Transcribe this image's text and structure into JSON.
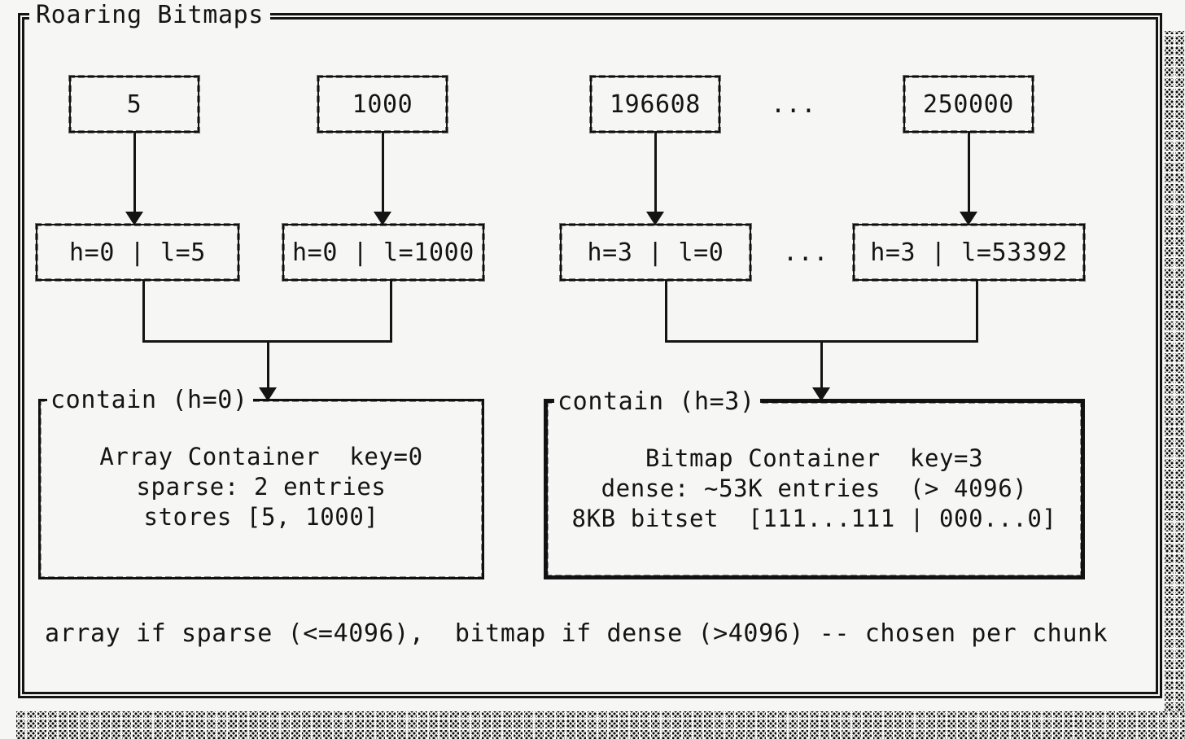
{
  "window": {
    "title": "Roaring Bitmaps"
  },
  "colors": {
    "ink": "#141414",
    "background": "#f6f6f4"
  },
  "top_values": [
    "5",
    "1000",
    "196608",
    "250000"
  ],
  "top_ellipsis": "...",
  "chunk_keys": [
    "h=0 | l=5",
    "h=0 | l=1000",
    "h=3 | l=0",
    "h=3 | l=53392"
  ],
  "chunk_ellipsis": "...",
  "containers": {
    "array": {
      "legend": "contain (h=0)",
      "title": "Array Container  key=0",
      "line2": "sparse: 2 entries",
      "line3": "stores [5, 1000]"
    },
    "bitmap": {
      "legend": "contain (h=3)",
      "title": "Bitmap Container  key=3",
      "line2": "dense: ~53K entries  (> 4096)",
      "line3": "8KB bitset  [111...111 | 000...0]"
    }
  },
  "caption": "array if sparse (<=4096),  bitmap if dense (>4096) -- chosen per chunk"
}
